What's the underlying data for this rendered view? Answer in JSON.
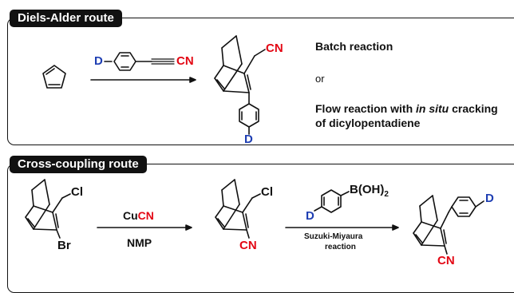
{
  "panels": {
    "diels_alder": {
      "title": "Diels-Alder route",
      "reagent_deuterium": "D",
      "reagent_nitrile": "CN",
      "product_nitrile": "CN",
      "product_deuterium": "D",
      "condition_batch": "Batch reaction",
      "condition_or": "or",
      "condition_flow_prefix": "Flow reaction with ",
      "condition_flow_italic": "in situ",
      "condition_flow_suffix": " cracking",
      "condition_flow_line2": "of dicylopentadiene"
    },
    "cross_coupling": {
      "title": "Cross-coupling route",
      "start_chloro": "Cl",
      "start_bromo": "Br",
      "step1_reagent_cu": "Cu",
      "step1_reagent_cn": "CN",
      "step1_solvent": "NMP",
      "intermediate_chloro": "Cl",
      "intermediate_nitrile": "CN",
      "boronic_deuterium": "D",
      "boronic_group": "B(OH)",
      "boronic_subscript": "2",
      "step2_condition_line1": "Suzuki-Miyaura",
      "step2_condition_line2": "reaction",
      "product_deuterium": "D",
      "product_nitrile": "CN"
    }
  },
  "colors": {
    "ink": "#111111",
    "nitrile_red": "#e30613",
    "deuterium_blue": "#1f3fb3"
  }
}
